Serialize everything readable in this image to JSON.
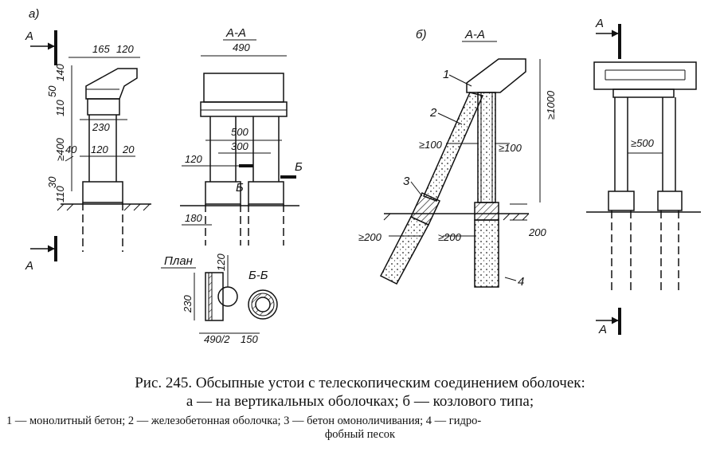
{
  "panel_labels": {
    "a": "а)",
    "b": "б)"
  },
  "section_labels": {
    "a_section": "А-А",
    "b_section": "А-А",
    "b_cut": "Б-Б",
    "plan": "План"
  },
  "cut_marks": {
    "A": "А",
    "B": "Б"
  },
  "dims_a_side": {
    "top_width_1": "165",
    "top_width_2": "120",
    "h_140": "140",
    "h_50": "50",
    "h_110_top": "110",
    "w_230": "230",
    "ge_400": "≥400",
    "w_40": "40",
    "w_120": "120",
    "w_20": "20",
    "h_30": "30",
    "h_110_bottom": "110"
  },
  "dims_a_section": {
    "w_490": "490",
    "w_500": "500",
    "w_300": "300",
    "w_120": "120",
    "w_180": "180"
  },
  "dims_plan": {
    "h_230": "230",
    "w_120": "120",
    "w_490_2": "490/2",
    "w_150": "150"
  },
  "dims_b": {
    "ge_1000": "≥1000",
    "ge_100_left": "≥100",
    "ge_100_right": "≥100",
    "ge_200_left": "≥200",
    "ge_200_mid": "≥200",
    "w_200": "200",
    "ge_500": "≥500"
  },
  "numbers": {
    "n1": "1",
    "n2": "2",
    "n3": "3",
    "n4": "4"
  },
  "caption": {
    "title": "Рис. 245. Обсыпные устои с телескопическим соединением оболочек:",
    "subtitle": "а — на вертикальных оболочках; б — козлового типа;",
    "legend_line1": "1 — монолитный бетон; 2 — железобетонная оболочка; 3 — бетон омоноличивания; 4 — гидро-",
    "legend_line2": "фобный песок"
  }
}
